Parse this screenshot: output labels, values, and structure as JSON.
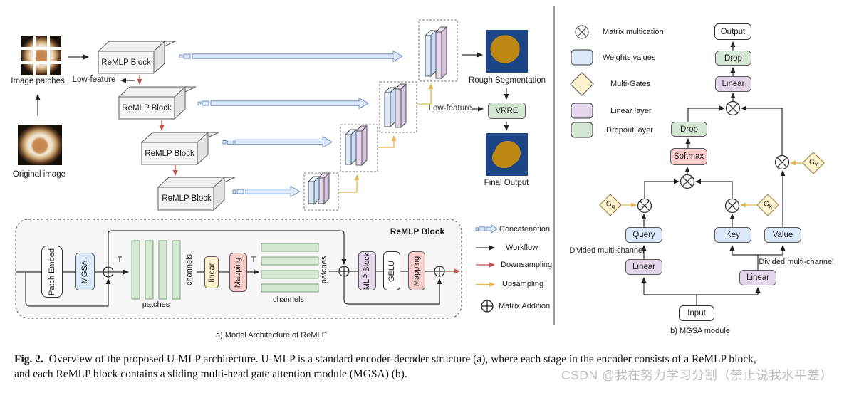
{
  "panel_a": {
    "caption": "a) Model Architecture of ReMLP",
    "image_patches_label": "Image patches",
    "original_image_label": "Original image",
    "encoder_blocks": [
      "ReMLP Block",
      "ReMLP Block",
      "ReMLP Block",
      "ReMLP Block"
    ],
    "low_feature_encoder": "Low-feature",
    "low_feature_decoder": "Low-feature",
    "rough_segmentation_label": "Rough Segmentation",
    "vrre_label": "VRRE",
    "final_output_label": "Final Output",
    "detail": {
      "title": "ReMLP Block",
      "patch_embed": "Patch Embed",
      "mgsa": "MGSA",
      "t1": "T",
      "t2": "T",
      "patches1": "patches",
      "channels1": "channels",
      "linear": "linear",
      "mapping1": "Mapping",
      "channels2": "channels",
      "patches2": "patches",
      "mlp_block": "MLP Block",
      "gelu": "GELU",
      "mapping2": "Mapping"
    },
    "legend": [
      {
        "icon": "concatenation-arrow-icon",
        "label": "Concatenation"
      },
      {
        "icon": "workflow-arrow-icon",
        "label": "Workflow"
      },
      {
        "icon": "downsampling-arrow-icon",
        "label": "Downsampling"
      },
      {
        "icon": "upsampling-arrow-icon",
        "label": "Upsampling"
      },
      {
        "icon": "plus-circle-icon",
        "label": "Matrix Addition"
      }
    ]
  },
  "panel_b": {
    "caption": "b) MGSA module",
    "legend": [
      {
        "icon": "otimes-circle-icon",
        "label": "Matrix multication"
      },
      {
        "icon": "blue-rect-icon",
        "label": "Weights values"
      },
      {
        "icon": "yellow-diamond-icon",
        "label": "Multi-Gates"
      },
      {
        "icon": "purple-rect-icon",
        "label": "Linear layer"
      },
      {
        "icon": "green-rect-icon",
        "label": "Dropout layer"
      }
    ],
    "nodes": {
      "output": "Output",
      "drop_top": "Drop",
      "linear_top": "Linear",
      "drop_left": "Drop",
      "softmax": "Softmax",
      "query": "Query",
      "key": "Key",
      "value": "Value",
      "linear_left": "Linear",
      "linear_right": "Linear",
      "input": "Input"
    },
    "gates": {
      "gq": {
        "main": "G",
        "sub": "q"
      },
      "gk": {
        "main": "G",
        "sub": "k"
      },
      "gv": {
        "main": "G",
        "sub": "v"
      }
    },
    "divided_left": "Divided multi-channel",
    "divided_right": "Divided multi-channel"
  },
  "figure_caption": {
    "label": "Fig. 2.",
    "line1": "Overview of the proposed U-MLP architecture. U-MLP is a standard encoder-decoder structure (a), where each stage in the encoder consists of a ReMLP block,",
    "line2": "and each ReMLP block contains a sliding multi-head gate attention module (MGSA) (b)."
  },
  "watermark": {
    "text": "CSDN @我在努力学习分割（禁止说我水平差）"
  },
  "colors": {
    "weights_blue": "#dbe9fb",
    "dropout_green": "#d5e8d4",
    "linear_purple": "#e3d6ea",
    "gate_yellow": "#fff2cc",
    "softmax_pink": "#f8cecc",
    "segmentation_navy": "#1b4584",
    "lesion_orange": "#bd8713",
    "downsampling_red": "#c4534e",
    "upsampling_yellow": "#e3b94f"
  }
}
